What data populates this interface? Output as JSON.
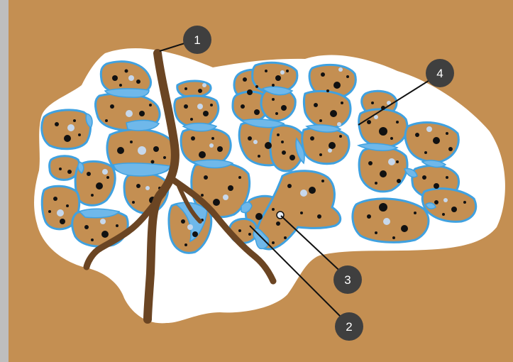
{
  "diagram": {
    "colors": {
      "soil": "#C48F52",
      "pore_space": "#FFFFFF",
      "aggregate_fill": "#C48F52",
      "aggregate_outline": "#3FA1E0",
      "water_film": "#6FB8EA",
      "root": "#6B4523",
      "organic_particle": "#111111",
      "mineral_particle": "#C7D8EC",
      "badge": "#3F3F3F",
      "badge_text": "#FFFFFF",
      "frame_edge": "#BEBEBE"
    },
    "callouts": [
      {
        "number": "1",
        "target": "root"
      },
      {
        "number": "2",
        "target": "water-film"
      },
      {
        "number": "3",
        "target": "mineral-particle"
      },
      {
        "number": "4",
        "target": "pore-space"
      }
    ]
  }
}
